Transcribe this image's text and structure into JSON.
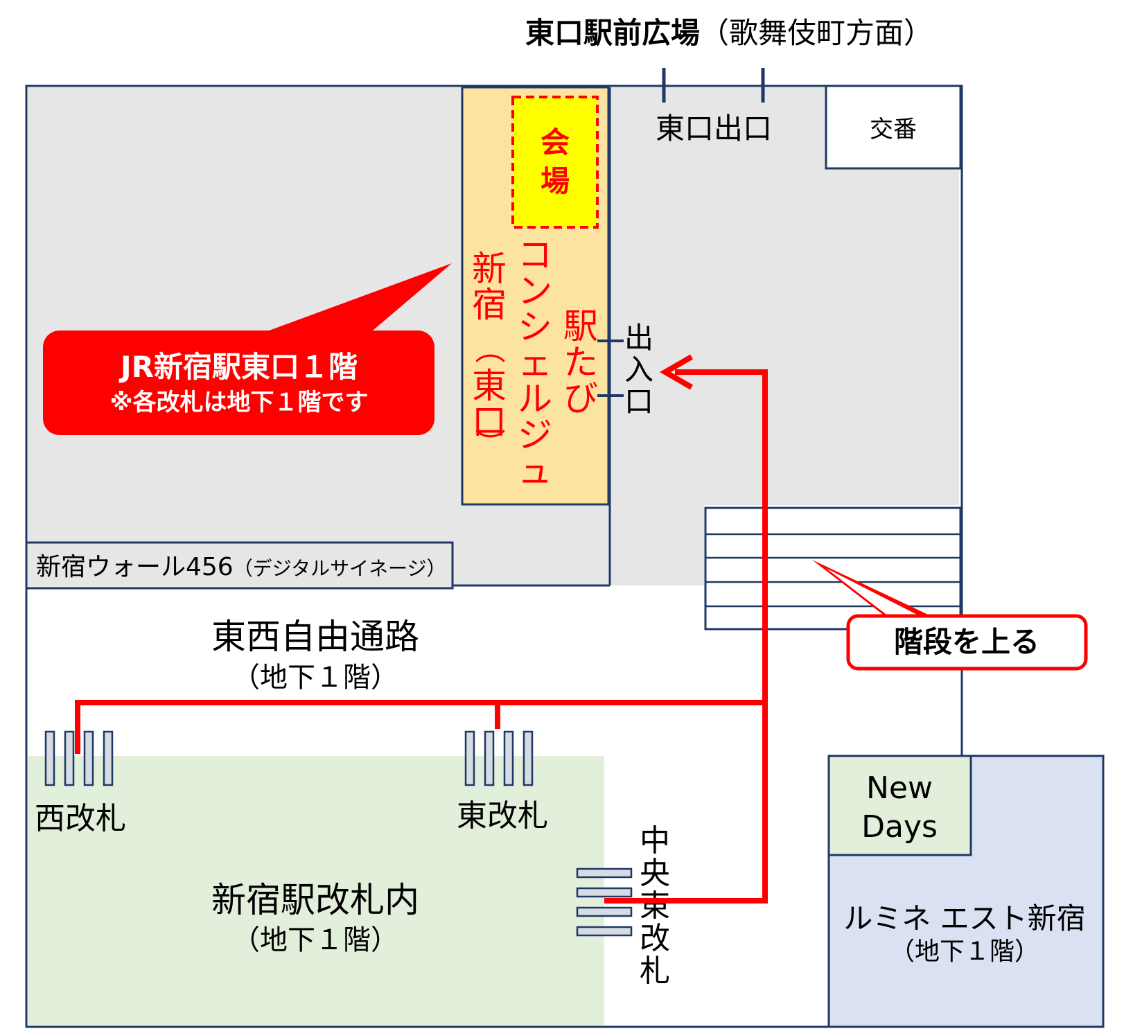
{
  "header": {
    "title": "東口駅前広場",
    "subtitle": "（歌舞伎町方面）"
  },
  "colors": {
    "outline": "#1f3864",
    "concourse": "#e6e6e6",
    "ticket_area": "#e2efda",
    "lumine": "#d9e1f2",
    "newdays": "#e2efda",
    "concierge_box": "#fce4a0",
    "venue_box": "#ffff00",
    "accent_red": "#ff0000",
    "callout_red": "#ff0000",
    "gate": "#d6dce4"
  },
  "labels": {
    "east_exit": "東口出口",
    "koban": "交番",
    "venue": [
      "会",
      "場"
    ],
    "concierge_name": [
      "駅",
      "た",
      "び"
    ],
    "concierge_sub": [
      "コ",
      "ン",
      "シ",
      "ェ",
      "ル",
      "ジ",
      "ュ"
    ],
    "concierge_loc": [
      "新",
      "宿",
      "（",
      "東",
      "口",
      "）"
    ],
    "entrance": [
      "出",
      "入",
      "口"
    ],
    "wall456": "新宿ウォール456",
    "wall456_note": "（デジタルサイネージ）",
    "free_passage": "東西自由通路",
    "free_passage_floor": "（地下１階）",
    "west_gate": "西改札",
    "east_gate": "東改札",
    "central_east_gate": [
      "中",
      "央",
      "東",
      "改",
      "札"
    ],
    "inside_gates": "新宿駅改札内",
    "inside_gates_floor": "（地下１階）",
    "newdays_1": "New",
    "newdays_2": "Days",
    "lumine": "ルミネ エスト新宿",
    "lumine_floor": "（地下１階）"
  },
  "callouts": {
    "main_line1": "JR新宿駅東口１階",
    "main_line2": "※各改札は地下１階です",
    "stairs": "階段を上る"
  },
  "icons": {
    "route_arrow": "arrow-left-icon",
    "stairs": "stairs-icon",
    "gates": "ticket-gate-icon"
  }
}
